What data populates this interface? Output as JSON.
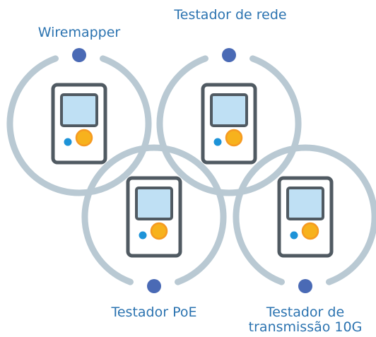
{
  "colors": {
    "ring": "#b9c9d3",
    "dot": "#4a6ab5",
    "label": "#2b73b0",
    "device_body": "#ffffff",
    "device_outline": "#505a62",
    "screen": "#bfe0f4",
    "small_button": "#1d93d8",
    "big_button": "#f7b21d",
    "big_button_ring": "#f69a22"
  },
  "testers": [
    {
      "id": "wiremapper",
      "label": "Wiremapper",
      "icon": "handheld-tester-icon"
    },
    {
      "id": "network",
      "label": "Testador de rede",
      "icon": "handheld-tester-icon"
    },
    {
      "id": "poe",
      "label": "Testador PoE",
      "icon": "handheld-tester-icon"
    },
    {
      "id": "10g",
      "label": "Testador de transmissão 10G",
      "icon": "handheld-tester-icon"
    }
  ]
}
